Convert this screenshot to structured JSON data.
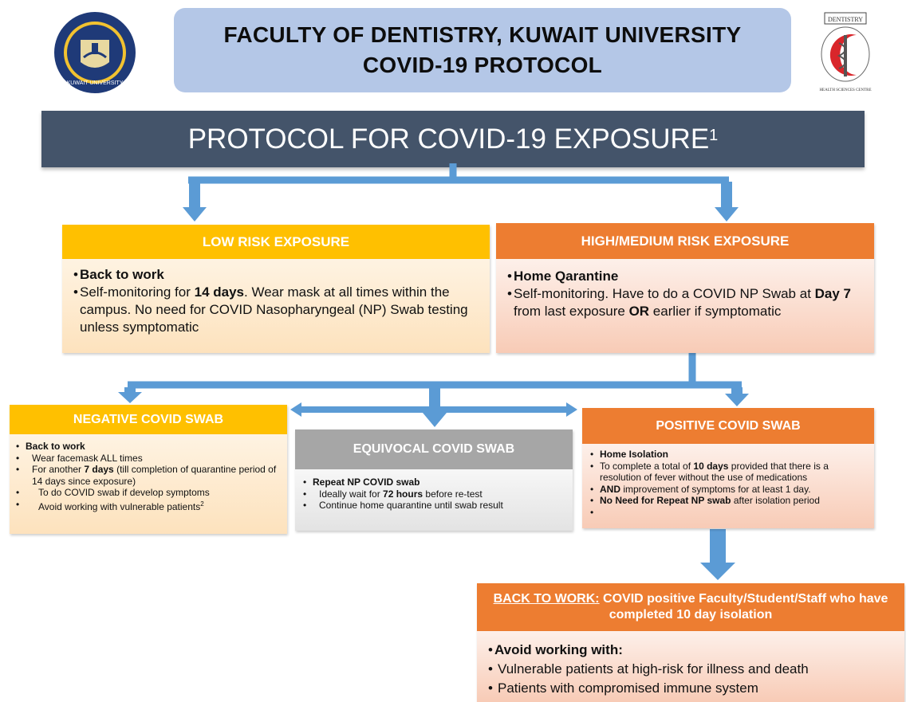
{
  "header": {
    "title_line1": "FACULTY OF DENTISTRY, KUWAIT UNIVERSITY",
    "title_line2": "COVID-19 PROTOCOL",
    "left_logo_text": "KUWAIT UNIVERSITY",
    "right_logo_text_top": "DENTISTRY",
    "right_logo_text_bottom": "HEALTH SCIENCES CENTRE"
  },
  "banner": {
    "text": "PROTOCOL FOR COVID-19 EXPOSURE",
    "superscript": "1"
  },
  "low_risk": {
    "title": "LOW RISK EXPOSURE",
    "item1": "Back to work",
    "item2_a": "Self-monitoring for ",
    "item2_b": "14 days",
    "item2_c": ". Wear mask at all times within the campus. No need for COVID Nasopharyngeal (NP) Swab testing unless symptomatic"
  },
  "high_risk": {
    "title": "HIGH/MEDIUM RISK EXPOSURE",
    "item1": "Home Qarantine",
    "item2_a": "Self-monitoring. Have to do a COVID NP Swab at ",
    "item2_b": "Day 7",
    "item2_c": " from last exposure ",
    "item2_d": "OR",
    "item2_e": " earlier if symptomatic"
  },
  "negative": {
    "title": "NEGATIVE COVID SWAB",
    "item1": "Back to work",
    "item2": "Wear facemask ALL times",
    "item3_a": "For another ",
    "item3_b": "7 days",
    "item3_c": "  (till completion of quarantine period of 14 days since exposure)",
    "item4": "To do COVID swab if develop symptoms",
    "item5": "Avoid working with vulnerable patients",
    "item5_sup": "2"
  },
  "equivocal": {
    "title": "EQUIVOCAL COVID SWAB",
    "item1": "Repeat NP COVID swab",
    "item2_a": "Ideally wait for ",
    "item2_b": "72 hours",
    "item2_c": " before re-test",
    "item3": "Continue home quarantine until swab result"
  },
  "positive": {
    "title": "POSITIVE COVID SWAB",
    "item1": "Home Isolation",
    "item2_a": "To complete a total of ",
    "item2_b": "10 days",
    "item2_c": " provided that there is a resolution of fever without the use of medications",
    "item3_a": "AND",
    "item3_b": " improvement of symptoms for at least 1 day.",
    "item4_a": "No Need for Repeat NP swab",
    "item4_b": " after isolation period"
  },
  "back_to_work": {
    "title_a": "BACK TO WORK:",
    "title_b": " COVID positive Faculty/Student/Staff who have completed 10 day isolation",
    "item1": "Avoid working with:",
    "item2": "Vulnerable patients at high-risk for illness and death",
    "item3": "Patients with compromised immune system"
  },
  "colors": {
    "header_bg": "#b4c7e7",
    "banner_bg": "#44546a",
    "low_risk": "#ffc000",
    "high_risk": "#ed7d31",
    "equivocal": "#a6a6a6",
    "connector": "#5b9bd5"
  },
  "icons": [
    "kuwait-university-logo",
    "dentistry-logo",
    "arrow-down-icon",
    "double-arrow-icon"
  ]
}
